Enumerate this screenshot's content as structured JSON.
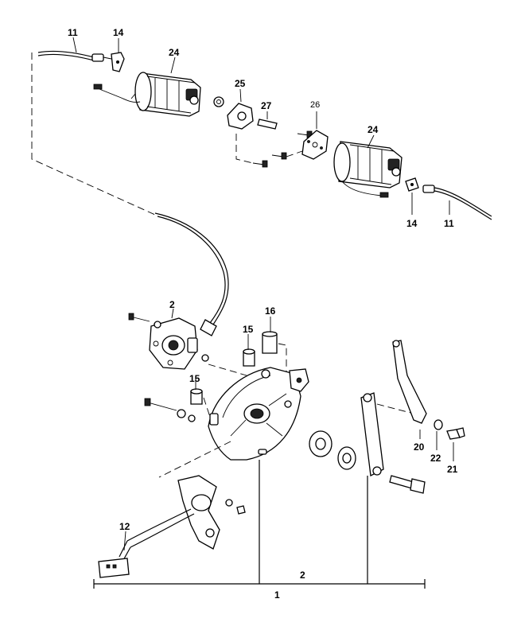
{
  "diagram": {
    "callouts": {
      "p11_left": "11",
      "p14_left": "14",
      "p24_left": "24",
      "p25": "25",
      "p27": "27",
      "p26": "26",
      "p24_right": "24",
      "p14_right": "14",
      "p11_right": "11",
      "p2_small": "2",
      "p16": "16",
      "p15_top": "15",
      "p15_left": "15",
      "p20": "20",
      "p22": "22",
      "p21": "21",
      "p12": "12",
      "p2_bracket": "2",
      "p1_bracket": "1"
    }
  }
}
